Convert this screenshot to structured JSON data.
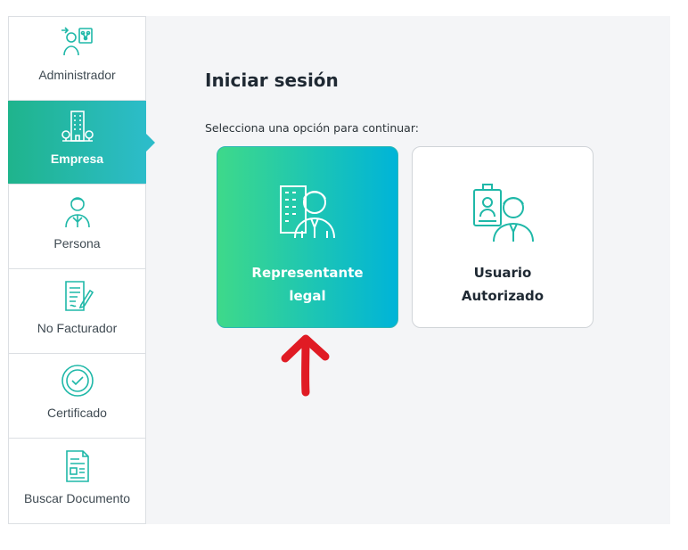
{
  "sidebar": {
    "items": [
      {
        "label": "Administrador",
        "icon": "admin-network-icon"
      },
      {
        "label": "Empresa",
        "icon": "building-icon",
        "active": true
      },
      {
        "label": "Persona",
        "icon": "person-icon"
      },
      {
        "label": "No Facturador",
        "icon": "document-pen-icon"
      },
      {
        "label": "Certificado",
        "icon": "certificate-badge-icon"
      },
      {
        "label": "Buscar Documento",
        "icon": "document-search-icon"
      }
    ]
  },
  "main": {
    "title": "Iniciar sesión",
    "subtitle": "Selecciona una opción para continuar:",
    "options": [
      {
        "label_line1": "Representante",
        "label_line2": "legal",
        "icon": "legal-representative-icon"
      },
      {
        "label_line1": "Usuario",
        "label_line2": "Autorizado",
        "icon": "authorized-user-badge-icon"
      }
    ]
  },
  "colors": {
    "accent_start": "#3ed98a",
    "accent_end": "#00b4d8",
    "icon_teal": "#1fb8a8",
    "annotation_arrow": "#e01b24"
  }
}
